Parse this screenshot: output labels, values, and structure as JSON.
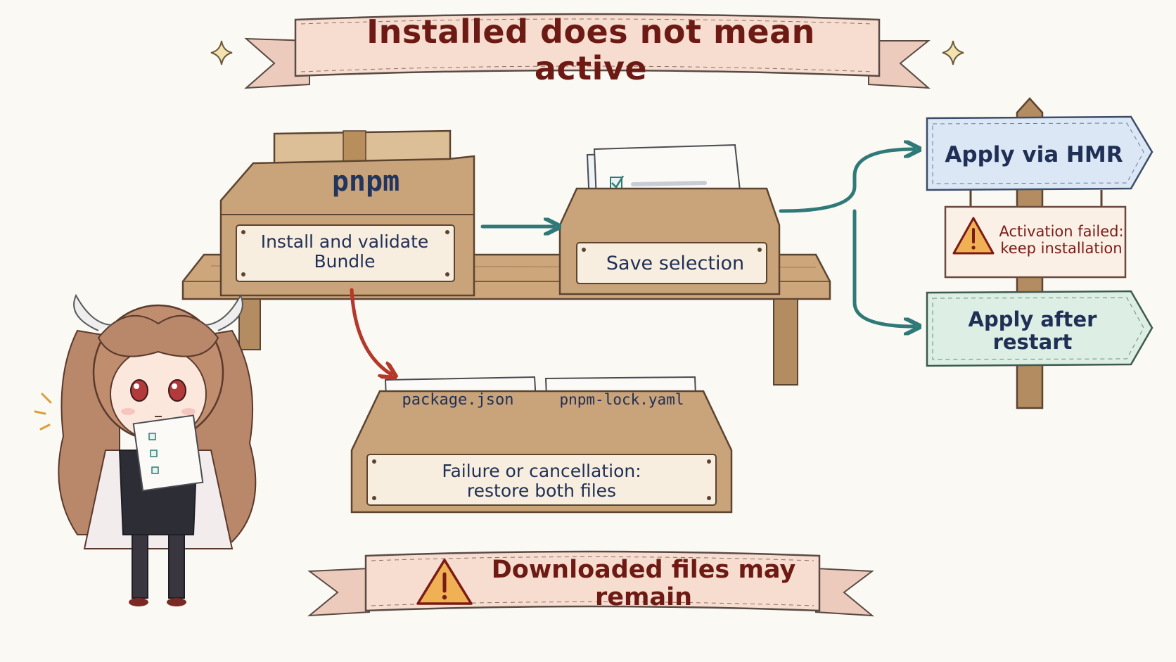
{
  "title": "Installed does not mean active",
  "package_box": {
    "label": "pnpm"
  },
  "steps": {
    "install": "Install and validate\nBundle",
    "save": "Save selection"
  },
  "restore": {
    "files": [
      "package.json",
      "pnpm-lock.yaml"
    ],
    "label": "Failure or cancellation:\nrestore both files"
  },
  "signpost": {
    "hmr": "Apply via HMR",
    "failed": "Activation failed:\nkeep installation",
    "restart": "Apply after restart"
  },
  "warning_banner": "Downloaded files may remain",
  "icons": [
    "sparkle-icon",
    "warning-icon",
    "checkbox-icon"
  ],
  "colors": {
    "title_text": "#6e1a14",
    "banner_fill": "#f6ddd0",
    "crate_wood": "#c9a37a",
    "navy_text": "#1f2f55",
    "teal_arrow": "#2f7a78",
    "red_arrow": "#b5382a",
    "hmr_sign": "#dbe7f4",
    "restart_sign": "#ddeee4",
    "warning_fill": "#f0b054"
  }
}
